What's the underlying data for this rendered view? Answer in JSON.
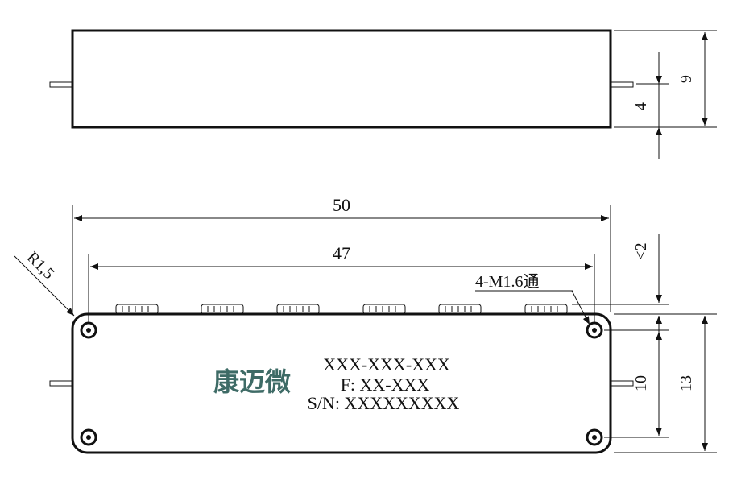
{
  "dimensions": {
    "top_height": "9",
    "top_connector_offset": "4",
    "total_length": "50",
    "hole_spacing": "47",
    "corner_radius": "R1,5",
    "mount_holes": "4-M1.6通",
    "tab_height": "<2",
    "hole_vertical_spacing": "10",
    "body_height": "13"
  },
  "label": {
    "brand": "康迈微",
    "part_number": "XXX-XXX-XXX",
    "frequency": "F: XX-XXX",
    "serial": "S/N: XXXXXXXXX"
  },
  "colors": {
    "line": "#111111",
    "brand": "#3e6b66"
  }
}
